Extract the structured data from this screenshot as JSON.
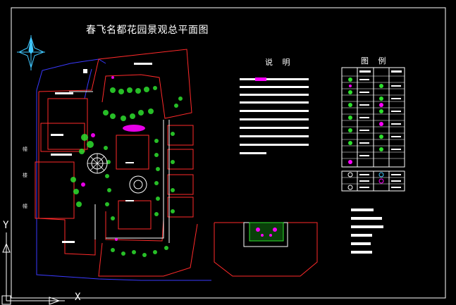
{
  "drawing": {
    "title": "春飞名都花园景观总平面图",
    "notes_heading": "说 明",
    "legend_heading": "图 例",
    "side_marks": [
      "幢",
      "楼",
      "幢"
    ]
  },
  "ucs_icon": {
    "x_label": "X",
    "y_label": "Y"
  },
  "colors": {
    "background": "#000000",
    "border": "#ffffff",
    "building_outline": "#ff2a2a",
    "road_line": "#3a3aff",
    "vegetation": "#2ee02e",
    "accent_magenta": "#ff00ff",
    "compass": "#40c8ff",
    "paving": "#ffffff"
  },
  "icons": [
    "north-arrow-icon",
    "ucs-axis-icon"
  ]
}
